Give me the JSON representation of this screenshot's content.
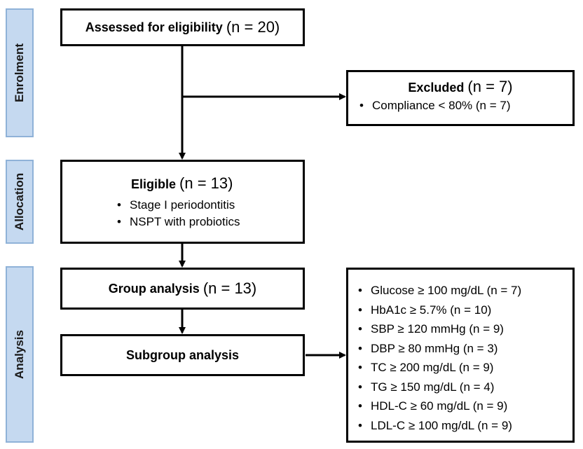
{
  "stages": {
    "enrolment": "Enrolment",
    "allocation": "Allocation",
    "analysis": "Analysis"
  },
  "assessed": {
    "label": "Assessed for eligibility",
    "n": "(n = 20)"
  },
  "excluded": {
    "label": "Excluded",
    "n": "(n = 7)",
    "items": [
      "Compliance < 80% (n = 7)"
    ]
  },
  "eligible": {
    "label": "Eligible",
    "n": "(n = 13)",
    "items": [
      "Stage I periodontitis",
      "NSPT with probiotics"
    ]
  },
  "group_analysis": {
    "label": "Group analysis",
    "n": "(n = 13)"
  },
  "subgroup_analysis": {
    "label": "Subgroup analysis"
  },
  "subgroups": {
    "items": [
      "Glucose ≥ 100 mg/dL (n = 7)",
      "HbA1c ≥ 5.7% (n = 10)",
      "SBP ≥ 120 mmHg (n = 9)",
      "DBP ≥ 80 mmHg (n = 3)",
      "TC ≥ 200 mg/dL (n = 9)",
      "TG ≥ 150 mg/dL (n = 4)",
      "HDL-C ≥ 60 mg/dL (n = 9)",
      "LDL-C ≥ 100 mg/dL (n = 9)"
    ]
  }
}
